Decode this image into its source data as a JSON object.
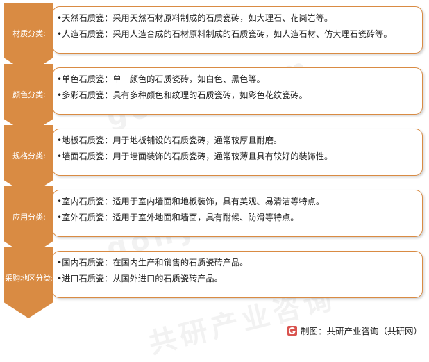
{
  "rows": [
    {
      "category": "材质分类:",
      "items": [
        "•天然石质瓷：采用天然石材原料制成的石质瓷砖，如大理石、花岗岩等。",
        "•人造石质瓷：采用人造合成的石材原料制成的石质瓷砖，如人造石材、仿大理石瓷砖等。"
      ]
    },
    {
      "category": "颜色分类:",
      "items": [
        "•单色石质瓷：单一颜色的石质瓷砖，如白色、黑色等。",
        "•多彩石质瓷：具有多种颜色和纹理的石质瓷砖，如彩色花纹瓷砖。"
      ]
    },
    {
      "category": "规格分类:",
      "items": [
        "•地板石质瓷：用于地板铺设的石质瓷砖，通常较厚且耐磨。",
        "•墙面石质瓷：用于墙面装饰的石质瓷砖，通常较薄且具有较好的装饰性。"
      ]
    },
    {
      "category": "应用分类:",
      "items": [
        "•室内石质瓷：适用于室内墙面和地板装饰，具有美观、易清洁等特点。",
        "•室外石质瓷：适用于室外地面和墙面，具有耐候、防滑等特点。"
      ]
    },
    {
      "category": "采购地区分类:",
      "items": [
        "•国内石质瓷：在国内生产和销售的石质瓷砖产品。",
        "•进口石质瓷：从国外进口的石质瓷砖产品。"
      ]
    }
  ],
  "footer": {
    "source": "制图：共研产业咨询（共研网）"
  },
  "watermark": {
    "text_cn": "共研产业咨询",
    "text_url": "gonyn.com"
  },
  "colors": {
    "accent": "#d98b43",
    "text": "#222222",
    "logo_red": "#d9534f"
  },
  "icons": {
    "logo": "gonyn-logo-icon"
  }
}
